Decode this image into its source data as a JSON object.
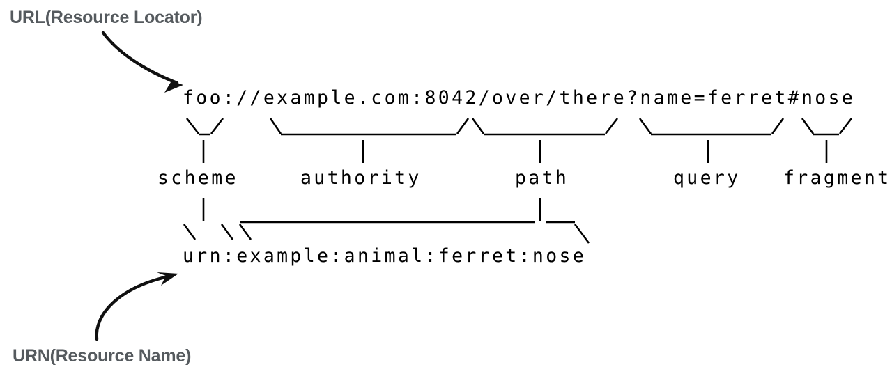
{
  "diagram": {
    "title_top": "URL(Resource Locator)",
    "title_bottom": "URN(Resource Name)",
    "url_string": "foo://example.com:8042/over/there?name=ferret#nose",
    "urn_string": "urn:example:animal:ferret:nose",
    "bracket_row": "\\_/   \\______________/\\_________/ \\__________/ \\__/",
    "connector_row_1": " |    ________________________|__",
    "connector_row_2": "/ \\ /                            \\",
    "components": [
      {
        "name": "scheme",
        "label": "scheme",
        "value": "foo"
      },
      {
        "name": "authority",
        "label": "authority",
        "value": "example.com:8042"
      },
      {
        "name": "path",
        "label": "path",
        "value": "/over/there"
      },
      {
        "name": "query",
        "label": "query",
        "value": "name=ferret"
      },
      {
        "name": "fragment",
        "label": "fragment",
        "value": "nose"
      }
    ],
    "urn_components": [
      {
        "name": "scheme",
        "label": "scheme",
        "value": "urn"
      },
      {
        "name": "path",
        "label": "path",
        "value": "example:animal:ferret:nose"
      }
    ],
    "colors": {
      "annotation_text": "#555a5e",
      "mono_text": "#000000",
      "line": "#000000",
      "background": "#ffffff"
    },
    "arrows": [
      {
        "name": "url-arrow",
        "from": "URL(Resource Locator)",
        "to": "foo://example.com:8042/over/there?name=ferret#nose"
      },
      {
        "name": "urn-arrow",
        "from": "URN(Resource Name)",
        "to": "urn:example:animal:ferret:nose"
      }
    ]
  }
}
